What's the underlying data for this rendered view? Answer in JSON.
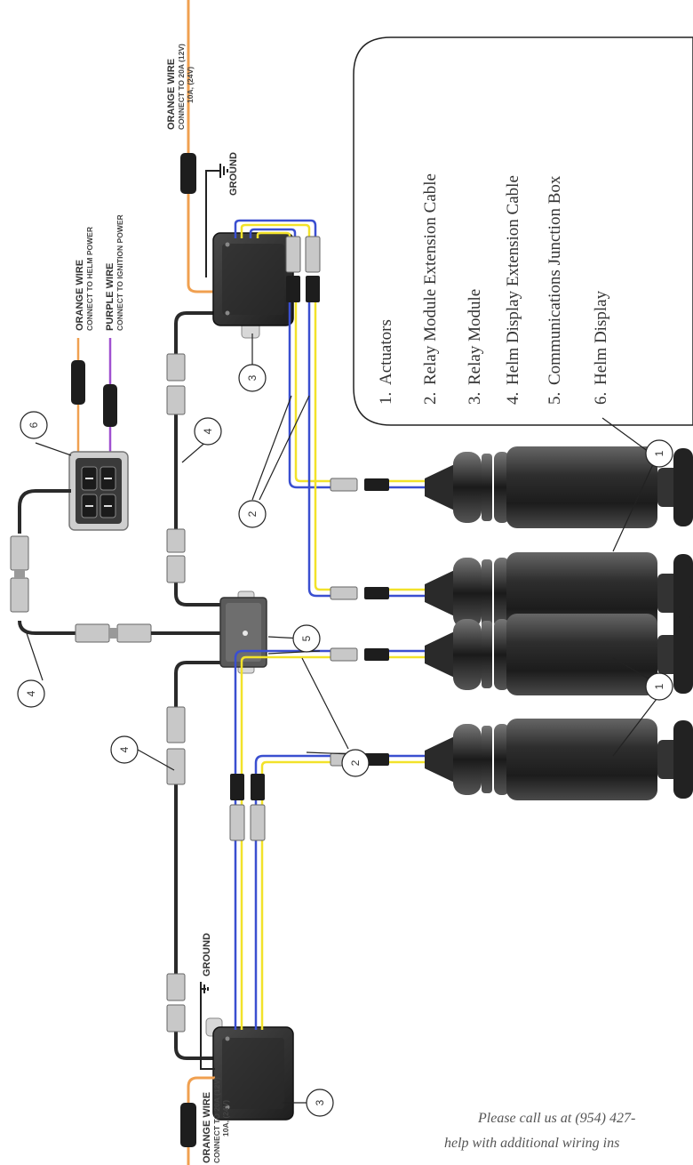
{
  "legend": {
    "items": [
      {
        "num": "1.",
        "label": "Actuators"
      },
      {
        "num": "2.",
        "label": "Relay Module Extension Cable"
      },
      {
        "num": "3.",
        "label": "Relay Module"
      },
      {
        "num": "4.",
        "label": "Helm Display Extension Cable"
      },
      {
        "num": "5.",
        "label": "Communications Junction Box"
      },
      {
        "num": "6.",
        "label": "Helm Display"
      }
    ]
  },
  "wire_labels": {
    "top_orange_title": "ORANGE WIRE",
    "top_orange_sub1": "CONNECT TO 20A (12V)",
    "top_orange_sub2": "10A, (24V)",
    "top_ground": "GROUND",
    "helm_orange_title": "ORANGE WIRE",
    "helm_orange_sub": "CONNECT TO HELM POWER",
    "helm_purple_title": "PURPLE WIRE",
    "helm_purple_sub": "CONNECT TO IGNITION POWER",
    "bottom_ground": "GROUND",
    "bottom_orange_title": "ORANGE WIRE",
    "bottom_orange_sub1": "CONNECT TO 20A (12V)",
    "bottom_orange_sub2": "10A, (24V)"
  },
  "callouts": {
    "relay_top": "3",
    "relay_bottom": "3",
    "cable_helm_top": "4",
    "cable_helm_left": "4",
    "cable_helm_bottom": "4",
    "junction": "5",
    "display": "6",
    "ext_top": "2",
    "ext_bottom": "2",
    "act_top": "1",
    "act_bottom": "1"
  },
  "footer": {
    "line1": "Please call us at (954) 427-",
    "line2": "help with additional wiring ins"
  },
  "colors": {
    "orange": "#f0a050",
    "purple": "#a050d0",
    "blue": "#3a4fd0",
    "yellow": "#f2e22a",
    "black_cable": "#2a2a2a"
  }
}
